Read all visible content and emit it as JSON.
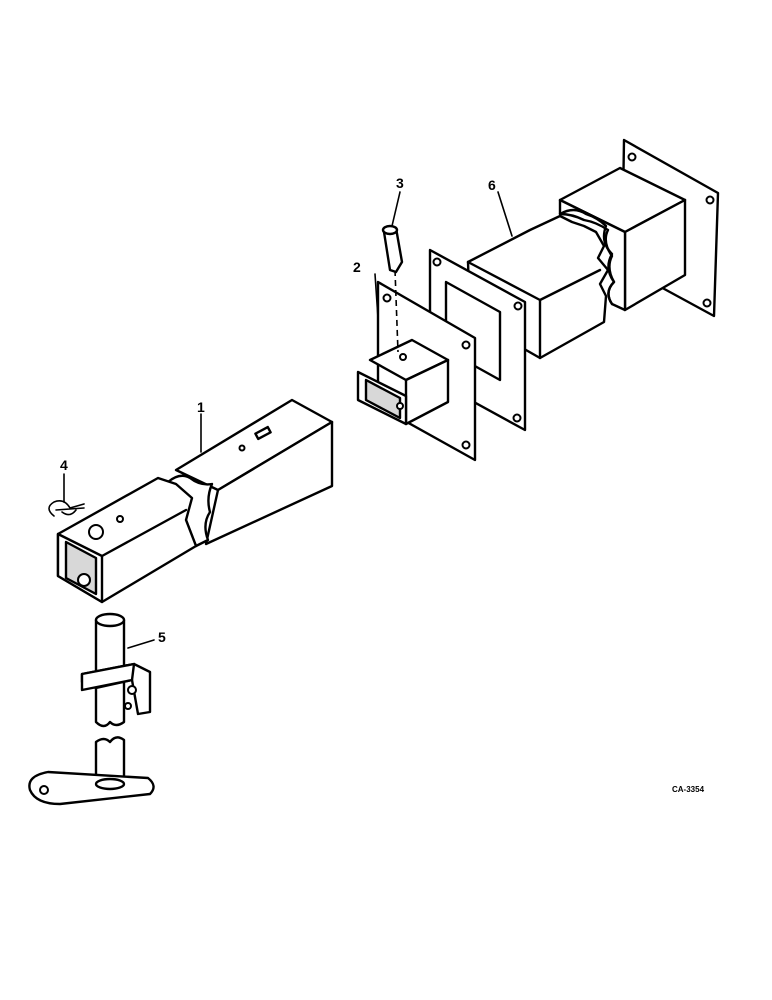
{
  "callouts": [
    {
      "id": "1",
      "text": "1"
    },
    {
      "id": "2",
      "text": "2"
    },
    {
      "id": "3",
      "text": "3"
    },
    {
      "id": "4",
      "text": "4"
    },
    {
      "id": "5",
      "text": "5"
    },
    {
      "id": "6",
      "text": "6"
    }
  ],
  "drawing_code": "CA-3354"
}
